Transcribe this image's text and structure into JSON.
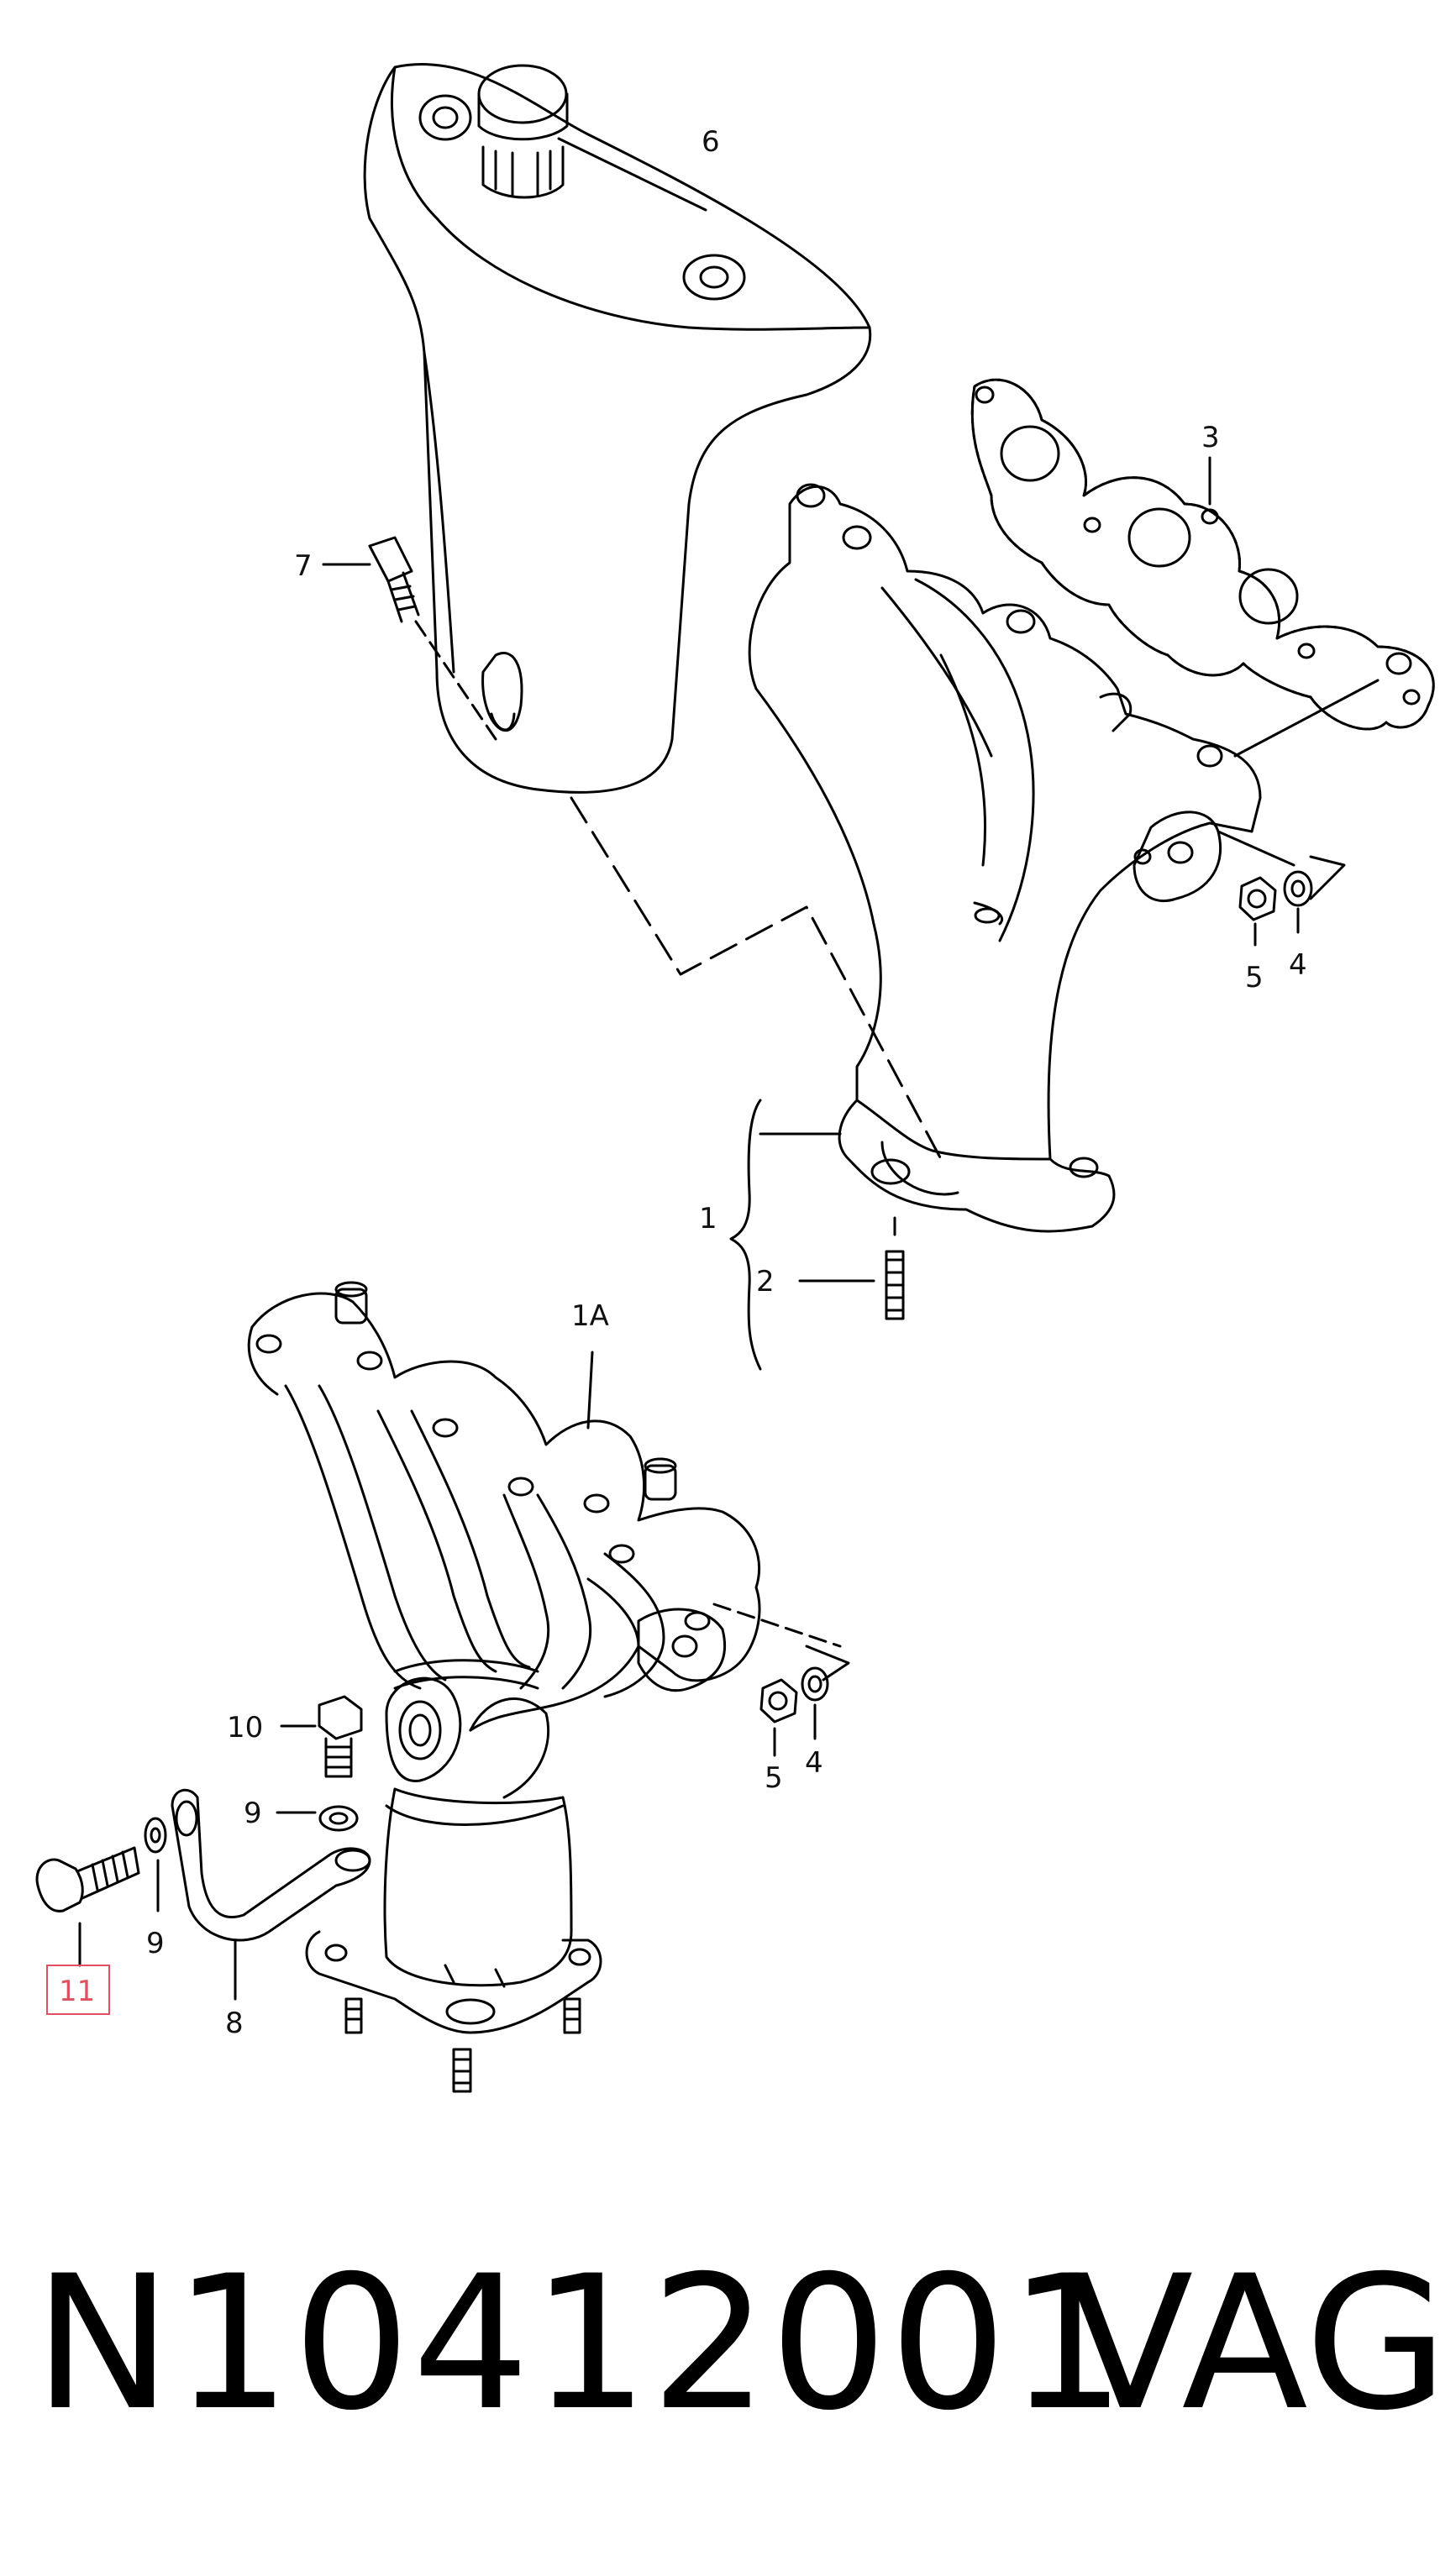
{
  "callouts": {
    "c1": "1",
    "c1a": "1A",
    "c2": "2",
    "c3": "3",
    "c4a": "4",
    "c4b": "4",
    "c5a": "5",
    "c5b": "5",
    "c6": "6",
    "c7": "7",
    "c8": "8",
    "c9a": "9",
    "c9b": "9",
    "c10": "10",
    "c11": "11"
  },
  "highlight": {
    "callout": "11",
    "color": "#e05060"
  },
  "footer": {
    "part_number": "N10412001",
    "brand": "VAG"
  }
}
